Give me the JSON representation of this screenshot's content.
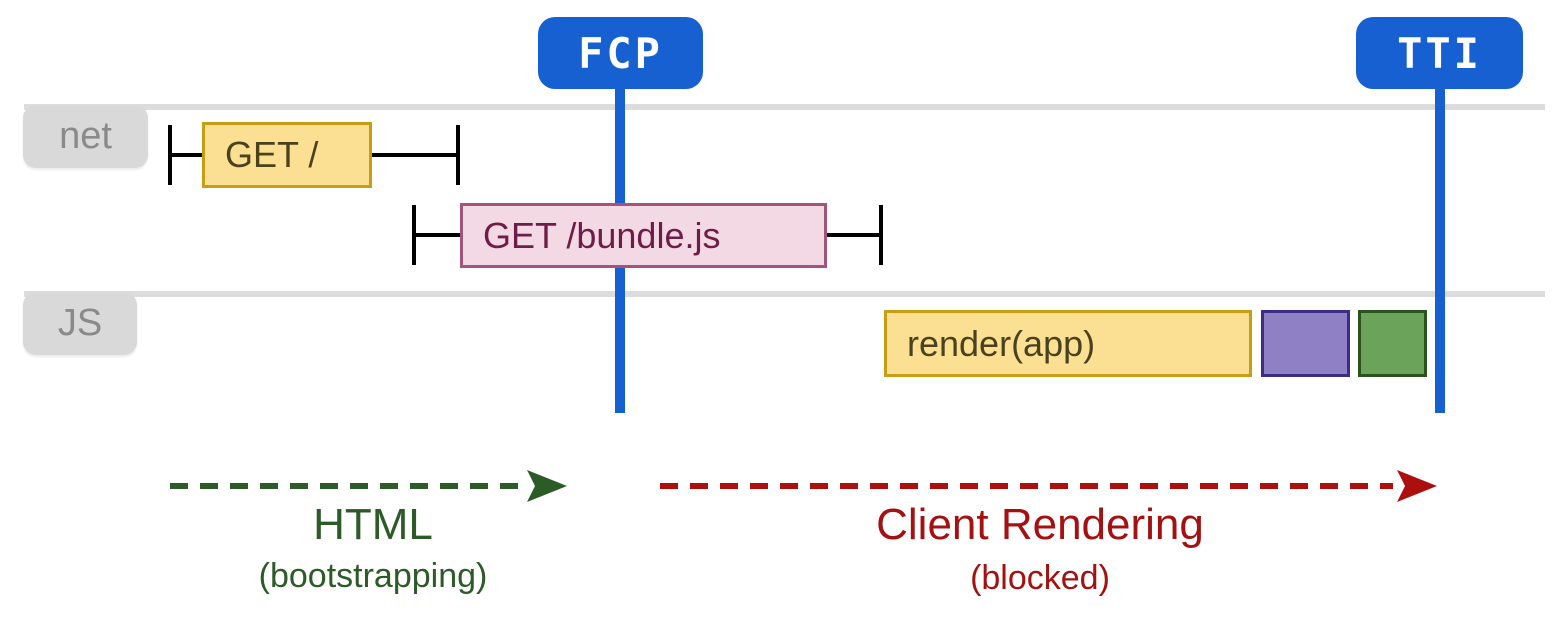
{
  "palette": {
    "blue": "#1760d2",
    "badge-text": "#ffffff",
    "lane-line": "#dcdcdc",
    "label-bg": "#d9d9d9",
    "label-text": "#8a8a8a",
    "whisker": "#000000",
    "yellow-fill": "#fbdf92",
    "yellow-border": "#c79d15",
    "yellow-text": "#4a421c",
    "pink-fill": "#f3d9e4",
    "pink-border": "#a3547d",
    "pink-text": "#6f1c46",
    "purple-fill": "#8f80c6",
    "purple-border": "#3d2b88",
    "green-fill": "#6ba35a",
    "green-border": "#2a531d",
    "arrow-green": "#2d5b27",
    "arrow-red": "#ad0f0f",
    "text-green": "#2d5b27",
    "text-red": "#a31111"
  },
  "markers": [
    {
      "id": "fcp",
      "label": "FCP"
    },
    {
      "id": "tti",
      "label": "TTI"
    }
  ],
  "lanes": [
    {
      "id": "net",
      "label": "net"
    },
    {
      "id": "js",
      "label": "JS"
    }
  ],
  "net_events": [
    {
      "label": "GET /",
      "kind": "document-request"
    },
    {
      "label": "GET /bundle.js",
      "kind": "script-request"
    }
  ],
  "js_events": [
    {
      "label": "render(app)",
      "kind": "render-task"
    },
    {
      "label": "",
      "kind": "purple-task"
    },
    {
      "label": "",
      "kind": "green-task"
    }
  ],
  "phases": [
    {
      "label": "HTML",
      "sublabel": "(bootstrapping)"
    },
    {
      "label": "Client Rendering",
      "sublabel": "(blocked)"
    }
  ]
}
